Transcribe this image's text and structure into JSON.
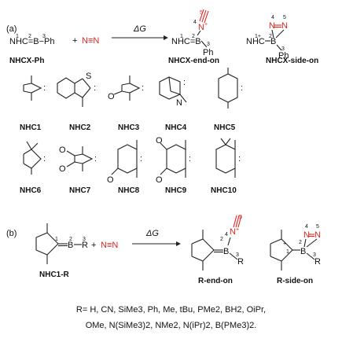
{
  "panel_a": {
    "tag": "(a)",
    "reactant_formula": "NHC=B−Ph",
    "reactant_name": "NHCX-Ph",
    "n2": "N≡N",
    "delta_g": "ΔG",
    "product1_name": "NHCX-end-on",
    "product2_name": "NHCX-side-on",
    "nhc_labels": [
      "NHC1",
      "NHC2",
      "NHC3",
      "NHC4",
      "NHC5",
      "NHC6",
      "NHC7",
      "NHC8",
      "NHC9",
      "NHC10"
    ]
  },
  "panel_b": {
    "tag": "(b)",
    "reactant_name": "NHC1-R",
    "n2": "N≡N",
    "delta_g": "ΔG",
    "product1_name": "R-end-on",
    "product2_name": "R-side-on"
  },
  "footer": {
    "line1": "R= H, CN, SiMe3, Ph, Me, tBu, PMe2, BH2, OiPr,",
    "line2": "OMe, N(SiMe3)2, NMe2, N(iPr)2, B(PMe3)2."
  }
}
